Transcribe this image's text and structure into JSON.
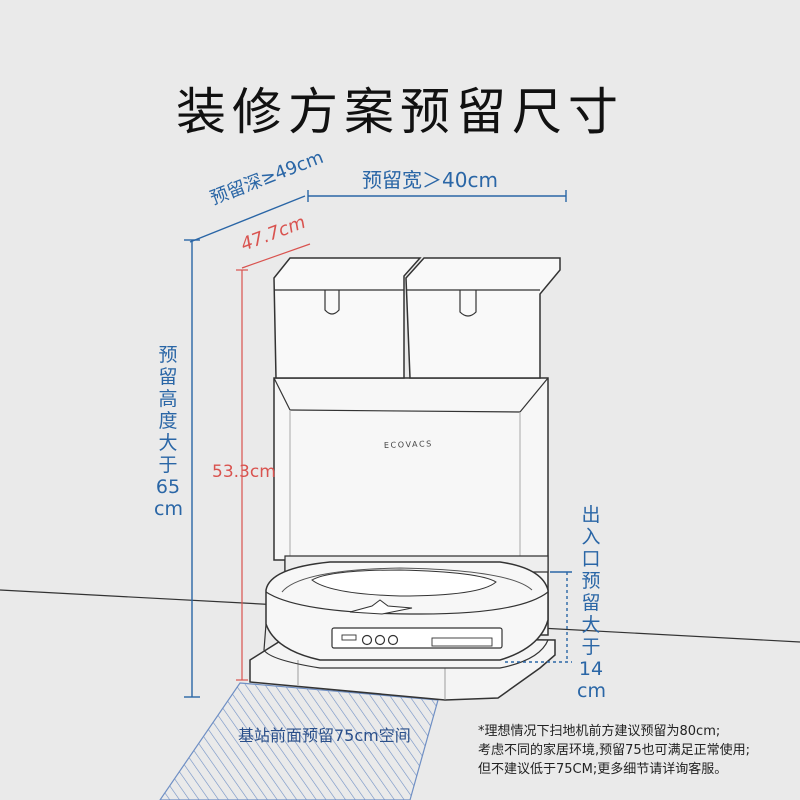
{
  "title": "装修方案预留尺寸",
  "labels": {
    "depth": "预留深≥49cm",
    "width": "预留宽＞40cm",
    "depth_inner": "47.7cm",
    "height_inner": "53.3cm",
    "height_outer_chars": [
      "预",
      "留",
      "高",
      "度",
      "大",
      "于",
      "65",
      "cm"
    ],
    "entry_chars": [
      "出",
      "入",
      "口",
      "预",
      "留",
      "大",
      "于",
      "14",
      "cm"
    ],
    "front": "基站前面预留75cm空间",
    "brand": "ECOVACS"
  },
  "notes": [
    "*理想情况下扫地机前方建议预留为80cm;",
    "考虑不同的家居环境,预留75也可满足正常使用;",
    "但不建议低于75CM;更多细节请详询客服。"
  ],
  "colors": {
    "background": "#eaeaea",
    "dimension_blue": "#2a66a6",
    "dimension_red": "#d9534f",
    "outline": "#333333",
    "hatch": "#6f8fc4"
  }
}
